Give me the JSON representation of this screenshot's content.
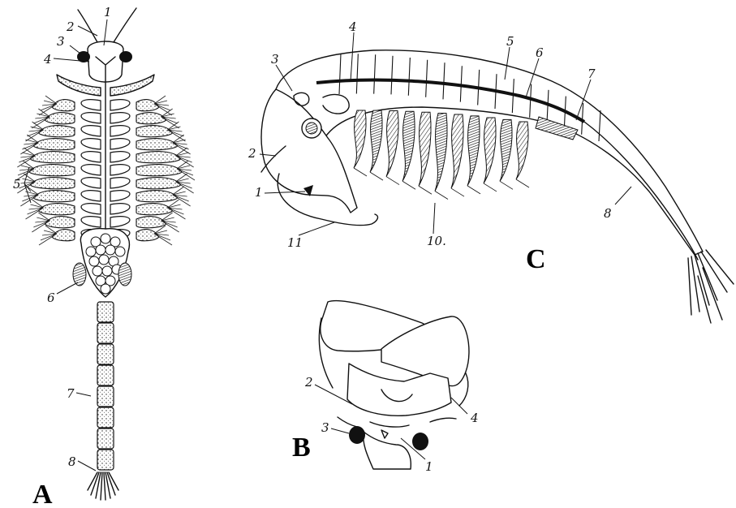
{
  "panels": {
    "a": {
      "letter": "A",
      "labels": {
        "l1": "1",
        "l2": "2",
        "l3": "3",
        "l4": "4",
        "l5": "5",
        "l6": "6",
        "l7": "7",
        "l8": "8"
      }
    },
    "b": {
      "letter": "B",
      "labels": {
        "l1": "1",
        "l2": "2",
        "l3": "3",
        "l4": "4"
      }
    },
    "c": {
      "letter": "C",
      "labels": {
        "l1": "1",
        "l2": "2",
        "l3": "3",
        "l4": "4",
        "l5": "5",
        "l6": "6",
        "l7": "7",
        "l8": "8",
        "l10": "10.",
        "l11": "11"
      }
    }
  }
}
